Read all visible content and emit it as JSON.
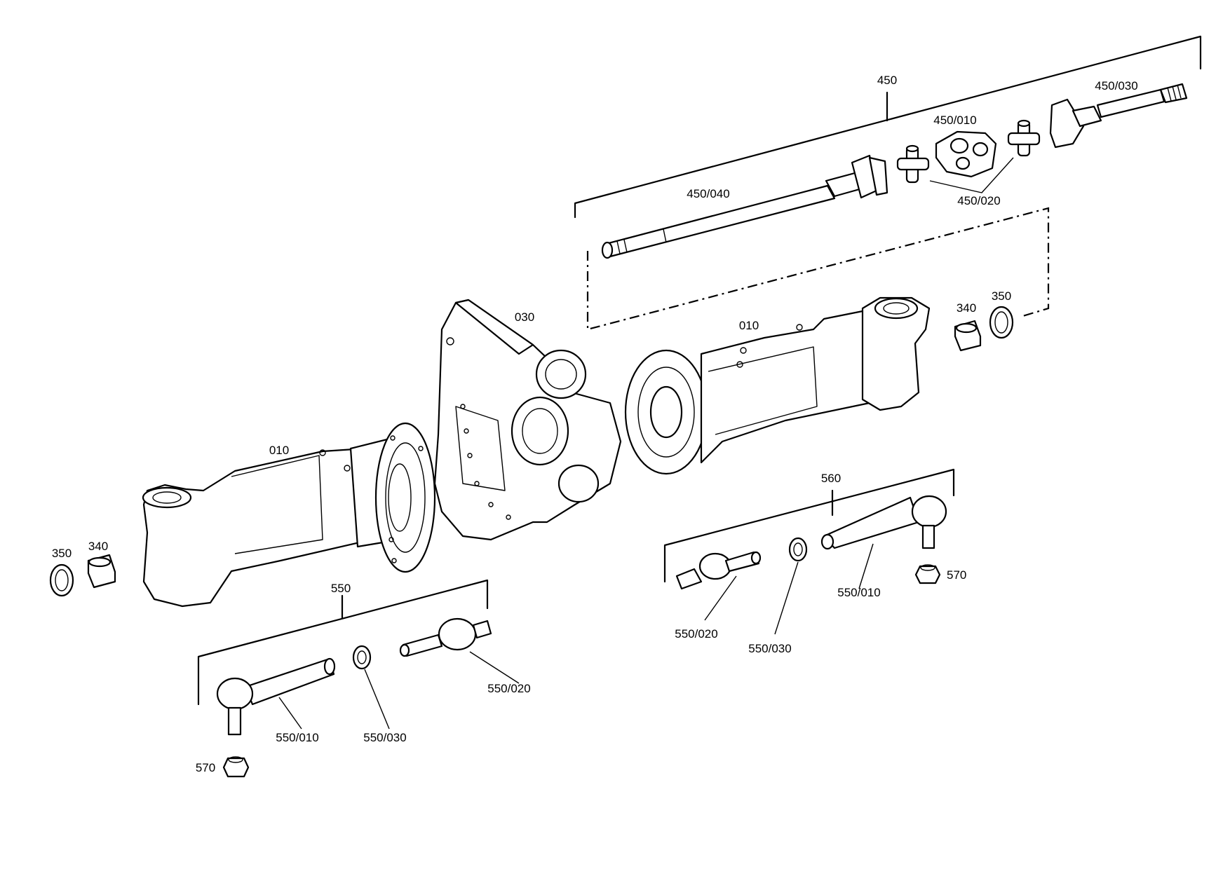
{
  "diagram": {
    "labels": {
      "p450": "450",
      "p450_030": "450/030",
      "p450_010": "450/010",
      "p450_040": "450/040",
      "p450_020": "450/020",
      "p030": "030",
      "p010_right": "010",
      "p010_left": "010",
      "p340_right": "340",
      "p350_right": "350",
      "p340_left": "340",
      "p350_left": "350",
      "p560": "560",
      "p550": "550",
      "p550_020_right": "550/020",
      "p550_030_right": "550/030",
      "p550_010_right": "550/010",
      "p570_right": "570",
      "p550_010_left": "550/010",
      "p550_030_left": "550/030",
      "p550_020_left": "550/020",
      "p570_left": "570"
    },
    "line_color": "#000000",
    "background": "#ffffff"
  }
}
